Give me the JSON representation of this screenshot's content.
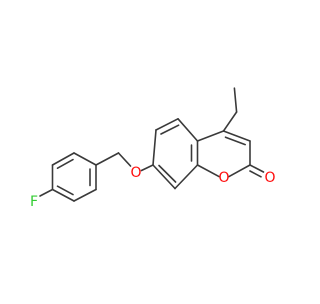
{
  "molecule": {
    "atom_labels": {
      "fluorine": "F",
      "ether_oxygen": "O",
      "ring_oxygen": "O",
      "carbonyl_oxygen": "O"
    },
    "colors": {
      "bond": "#3a3a3a",
      "fluorine": "#33cc33",
      "oxygen": "#ff0d0d",
      "background": "#ffffff"
    }
  }
}
